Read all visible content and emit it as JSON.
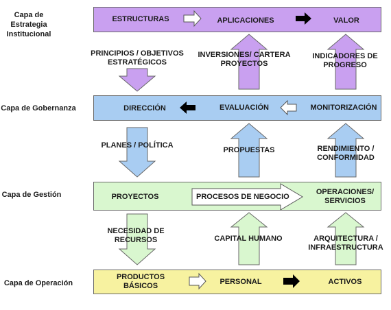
{
  "layers": {
    "strategy": "Capa de Estrategia Institucional",
    "governance": "Capa de Gobernanza",
    "management": "Capa de Gestión",
    "operation": "Capa de Operación"
  },
  "strategy_band": {
    "left": "ESTRUCTURAS",
    "center": "APLICACIONES",
    "right": "VALOR"
  },
  "governance_band": {
    "left": "DIRECCIÓN",
    "center": "EVALUACIÓN",
    "right": "MONITORIZACIÓN"
  },
  "management_band": {
    "left": "PROYECTOS",
    "center": "PROCESOS DE NEGOCIO",
    "right": "OPERACIONES/ SERVICIOS"
  },
  "operation_band": {
    "left": "PRODUCTOS BÁSICOS",
    "center": "PERSONAL",
    "right": "ACTIVOS"
  },
  "vertical_labels": {
    "principles": "PRINCIPIOS / OBJETIVOS ESTRATÉGICOS",
    "investments": "INVERSIONES/ CARTERA PROYECTOS",
    "indicators": "INDICADORES DE PROGRESO",
    "plans": "PLANES / POLÍTICA",
    "proposals": "PROPUESTAS",
    "performance": "RENDIMIENTO / CONFORMIDAD",
    "resources": "NECESIDAD DE RECURSOS",
    "human_capital": "CAPITAL HUMANO",
    "architecture": "ARQUITECTURA / INFRAESTRUCTURA"
  },
  "colors": {
    "strategy": "#c9a0f0",
    "governance": "#a9cdf2",
    "management": "#d9f7cf",
    "operation": "#f7f2a0",
    "purple_arrow": "#c9a0f0",
    "blue_arrow": "#a9cdf2",
    "green_arrow": "#d9f7cf"
  }
}
